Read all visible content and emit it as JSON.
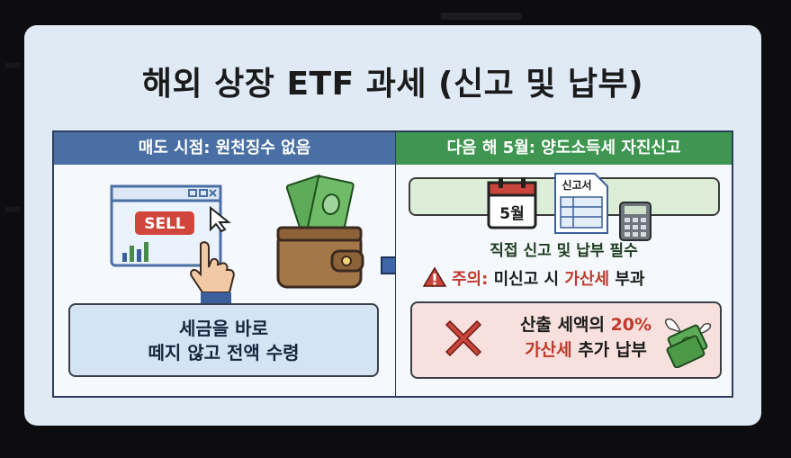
{
  "title": "해외 상장 ETF 과세 (신고 및 납부)",
  "left": {
    "heading": "매도 시점: 원천징수 없음",
    "sell_label": "SELL",
    "result_line1": "세금을 바로",
    "result_line2": "떼지 않고 전액 수령",
    "icons": [
      "browser-window-icon",
      "hand-pointer-icon",
      "wallet-icon",
      "cash-icon"
    ],
    "colors": {
      "header": "#4a6fa4",
      "box": "#d4e4f5",
      "sell": "#d0463c"
    }
  },
  "right": {
    "heading": "다음 해 5월: 양도소득세 자진신고",
    "calendar_label": "5월",
    "form_label": "신고서",
    "notice": "직접 신고 및 납부 필수",
    "warning_prefix": "주의:",
    "warning_text_a": "미신고 시",
    "warning_highlight": "가산세",
    "warning_text_b": "부과",
    "penalty_line1_a": "산출 세액의",
    "penalty_line1_b": "20%",
    "penalty_line2_a": "가산세",
    "penalty_line2_b": "추가 납부",
    "icons": [
      "calendar-icon",
      "form-icon",
      "calculator-icon",
      "warning-icon",
      "x-icon",
      "flying-money-icon"
    ],
    "colors": {
      "header": "#3e9650",
      "box": "#dceed8",
      "penalty_box": "#f7e0dd",
      "accent": "#c0392b"
    }
  }
}
